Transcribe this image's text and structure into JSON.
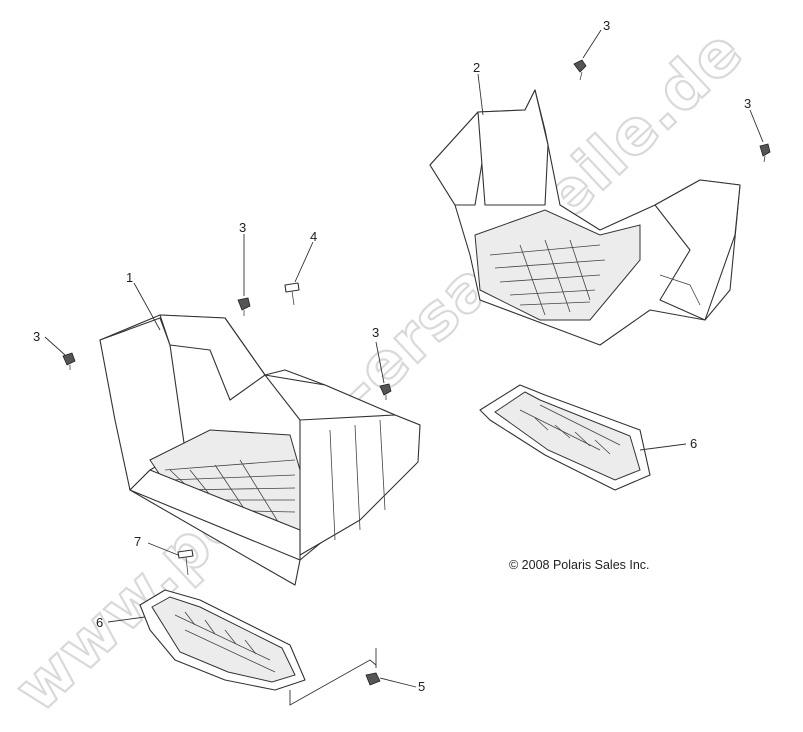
{
  "watermark": "www.polaris-ersatzteile.de",
  "copyright": "© 2008 Polaris Sales Inc.",
  "callouts": [
    {
      "id": "1",
      "text": "1"
    },
    {
      "id": "2",
      "text": "2"
    },
    {
      "id": "3a",
      "text": "3"
    },
    {
      "id": "3b",
      "text": "3"
    },
    {
      "id": "3c",
      "text": "3"
    },
    {
      "id": "3d",
      "text": "3"
    },
    {
      "id": "3e",
      "text": "3"
    },
    {
      "id": "4",
      "text": "4"
    },
    {
      "id": "5",
      "text": "5"
    },
    {
      "id": "6a",
      "text": "6"
    },
    {
      "id": "6b",
      "text": "6"
    },
    {
      "id": "7",
      "text": "7"
    }
  ]
}
